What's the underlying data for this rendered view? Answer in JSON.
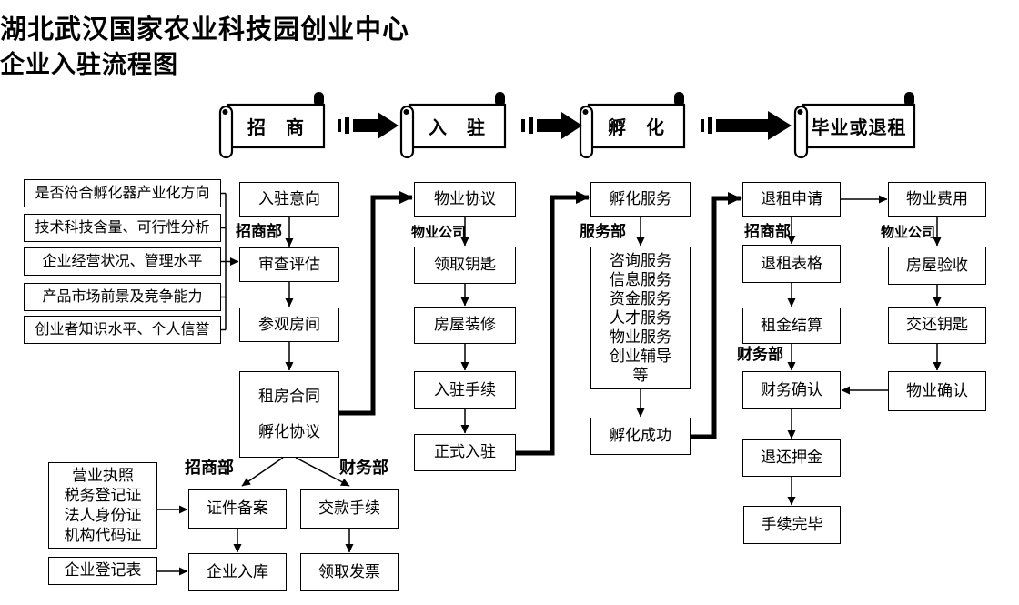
{
  "title": {
    "line1": "湖北武汉国家农业科技园创业中心",
    "line2": "企业入驻流程图"
  },
  "banners": [
    {
      "label": "招　商"
    },
    {
      "label": "入　驻"
    },
    {
      "label": "孵　化"
    },
    {
      "label": "毕业或退租"
    }
  ],
  "criteria": [
    "是否符合孵化器产业化方向",
    "技术科技含量、可行性分析",
    "企业经营状况、管理水平",
    "产品市场前景及竞争能力",
    "创业者知识水平、个人信誉"
  ],
  "dept_labels": [
    {
      "text": "招商部"
    },
    {
      "text": "物业公司"
    },
    {
      "text": "服务部"
    },
    {
      "text": "招商部"
    },
    {
      "text": "物业公司"
    },
    {
      "text": "财务部"
    },
    {
      "text": "招商部"
    },
    {
      "text": "财务部"
    }
  ],
  "nodes": {
    "ruzhu_yixiang": "入驻意向",
    "shencha_pinggu": "审查评估",
    "canguan_fangjian": "参观房间",
    "zufang": [
      "租房合同",
      "孵化协议"
    ],
    "wuye_xieyi": "物业协议",
    "lingqu_yaoshi": "领取钥匙",
    "fangwu_zhuangxiu": "房屋装修",
    "ruzhu_shouxu": "入驻手续",
    "zhengshi_ruzhu": "正式入驻",
    "fuhua_fuwu": "孵化服务",
    "services": [
      "咨询服务",
      "信息服务",
      "资金服务",
      "人才服务",
      "物业服务",
      "创业辅导",
      "等"
    ],
    "fuhua_chenggong": "孵化成功",
    "tuizu_shenqing": "退租申请",
    "tuizu_biaoge": "退租表格",
    "zujin_jiesuan": "租金结算",
    "caiwu_queren": "财务确认",
    "tuihuan_yajin": "退还押金",
    "shouxu_wanbi": "手续完毕",
    "wuye_feiyong": "物业费用",
    "fangwu_yanshou": "房屋验收",
    "jiaohuan_yaoshi": "交还钥匙",
    "wuye_queren": "物业确认",
    "documents": [
      "营业执照",
      "税务登记证",
      "法人身份证",
      "机构代码证"
    ],
    "qiye_dengjibiao": "企业登记表",
    "zhengjian_beian": "证件备案",
    "qiye_ruku": "企业入库",
    "jiaokuan_shouxu": "交款手续",
    "lingqu_fapiao": "领取发票"
  },
  "edges": [
    [
      "criteria",
      "shencha_pinggu"
    ],
    [
      "ruzhu_yixiang",
      "shencha_pinggu"
    ],
    [
      "shencha_pinggu",
      "canguan_fangjian"
    ],
    [
      "canguan_fangjian",
      "zufang"
    ],
    [
      "zufang",
      "zhengjian_beian"
    ],
    [
      "zufang",
      "jiaokuan_shouxu"
    ],
    [
      "documents",
      "zhengjian_beian"
    ],
    [
      "qiye_dengjibiao",
      "qiye_ruku"
    ],
    [
      "zhengjian_beian",
      "qiye_ruku"
    ],
    [
      "jiaokuan_shouxu",
      "lingqu_fapiao"
    ],
    [
      "zufang",
      "wuye_xieyi"
    ],
    [
      "wuye_xieyi",
      "lingqu_yaoshi"
    ],
    [
      "lingqu_yaoshi",
      "fangwu_zhuangxiu"
    ],
    [
      "fangwu_zhuangxiu",
      "ruzhu_shouxu"
    ],
    [
      "ruzhu_shouxu",
      "zhengshi_ruzhu"
    ],
    [
      "zhengshi_ruzhu",
      "fuhua_fuwu"
    ],
    [
      "fuhua_fuwu",
      "services"
    ],
    [
      "services",
      "fuhua_chenggong"
    ],
    [
      "fuhua_chenggong",
      "tuizu_shenqing"
    ],
    [
      "tuizu_shenqing",
      "tuizu_biaoge"
    ],
    [
      "tuizu_biaoge",
      "zujin_jiesuan"
    ],
    [
      "zujin_jiesuan",
      "caiwu_queren"
    ],
    [
      "tuizu_shenqing",
      "wuye_feiyong"
    ],
    [
      "wuye_feiyong",
      "fangwu_yanshou"
    ],
    [
      "fangwu_yanshou",
      "jiaohuan_yaoshi"
    ],
    [
      "jiaohuan_yaoshi",
      "wuye_queren"
    ],
    [
      "wuye_queren",
      "caiwu_queren"
    ],
    [
      "caiwu_queren",
      "tuihuan_yajin"
    ],
    [
      "tuihuan_yajin",
      "shouxu_wanbi"
    ]
  ],
  "colors": {
    "line": "#000000",
    "background": "#ffffff",
    "text": "#000000"
  }
}
